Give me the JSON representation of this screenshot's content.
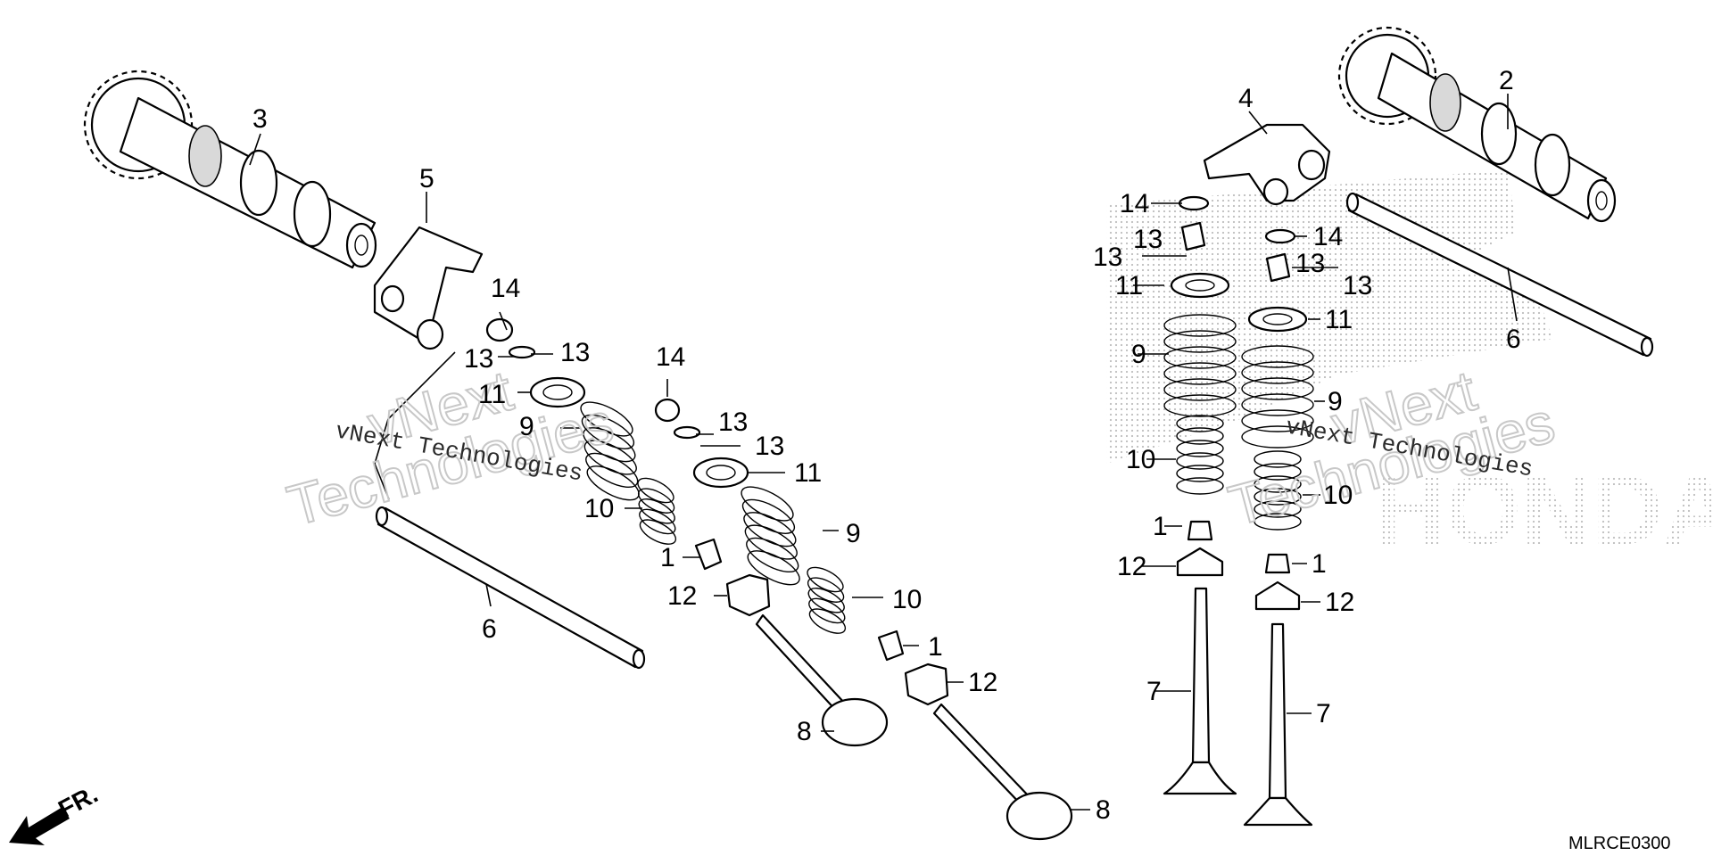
{
  "diagram": {
    "code": "MLRCE0300",
    "front_arrow_label": "FR.",
    "brand_watermark": "HONDA",
    "watermark": {
      "line1": "vNext",
      "line2": "Technologies",
      "small": "vNext Technologies"
    },
    "callouts": {
      "c1a": "1",
      "c1b": "1",
      "c1c": "1",
      "c1d": "1",
      "c2": "2",
      "c3": "3",
      "c4": "4",
      "c5": "5",
      "c6a": "6",
      "c6b": "6",
      "c7a": "7",
      "c7b": "7",
      "c8a": "8",
      "c8b": "8",
      "c9a": "9",
      "c9b": "9",
      "c9c": "9",
      "c9d": "9",
      "c10a": "10",
      "c10b": "10",
      "c10c": "10",
      "c10d": "10",
      "c11a": "11",
      "c11b": "11",
      "c11c": "11",
      "c11d": "11",
      "c12a": "12",
      "c12b": "12",
      "c12c": "12",
      "c12d": "12",
      "c13a": "13",
      "c13b": "13",
      "c13c": "13",
      "c13d": "13",
      "c13e": "13",
      "c13f": "13",
      "c13g": "13",
      "c13h": "13",
      "c14a": "14",
      "c14b": "14",
      "c14c": "14",
      "c14d": "14"
    }
  }
}
